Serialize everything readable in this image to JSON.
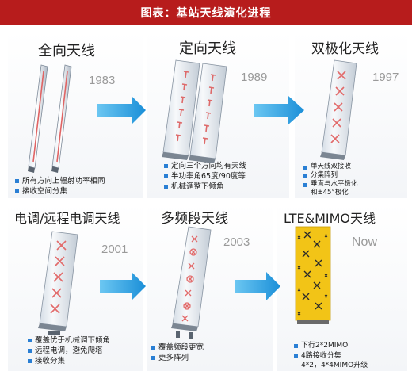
{
  "header": {
    "title": "图表：基站天线演化进程"
  },
  "panels": [
    {
      "title": "全向天线",
      "year": "1983",
      "bullets": [
        "所有方向上辐射功率相同",
        "接收空间分集"
      ]
    },
    {
      "title": "定向天线",
      "year": "1989",
      "bullets": [
        "定向三个方向均有天线",
        "半功率角65度/90度等",
        "机械调整下倾角"
      ]
    },
    {
      "title": "双极化天线",
      "year": "1997",
      "bullets": [
        "单天线双接收",
        "分集阵列",
        "垂直与水平极化",
        "和±45°极化"
      ]
    },
    {
      "title": "电调/远程电调天线",
      "year": "2001",
      "bullets": [
        "覆盖优于机械调下倾角",
        "远程电调，避免爬塔",
        "接收分集"
      ]
    },
    {
      "title": "多频段天线",
      "year": "2003",
      "bullets": [
        "覆盖频段更宽",
        "更多阵列"
      ]
    },
    {
      "title": "LTE&MIMO天线",
      "year": "Now",
      "bullets": [
        "下行2*2MIMO",
        "4路接收分集",
        "4*2，4*4MIMO升级"
      ]
    }
  ],
  "colors": {
    "banner": "#b71c1c",
    "arrow": "#1e9ce0",
    "bullet": "#2a7fd4",
    "lte_panel": "#f2c417"
  },
  "icons": [
    "arrow-right-icon",
    "antenna-icon"
  ]
}
